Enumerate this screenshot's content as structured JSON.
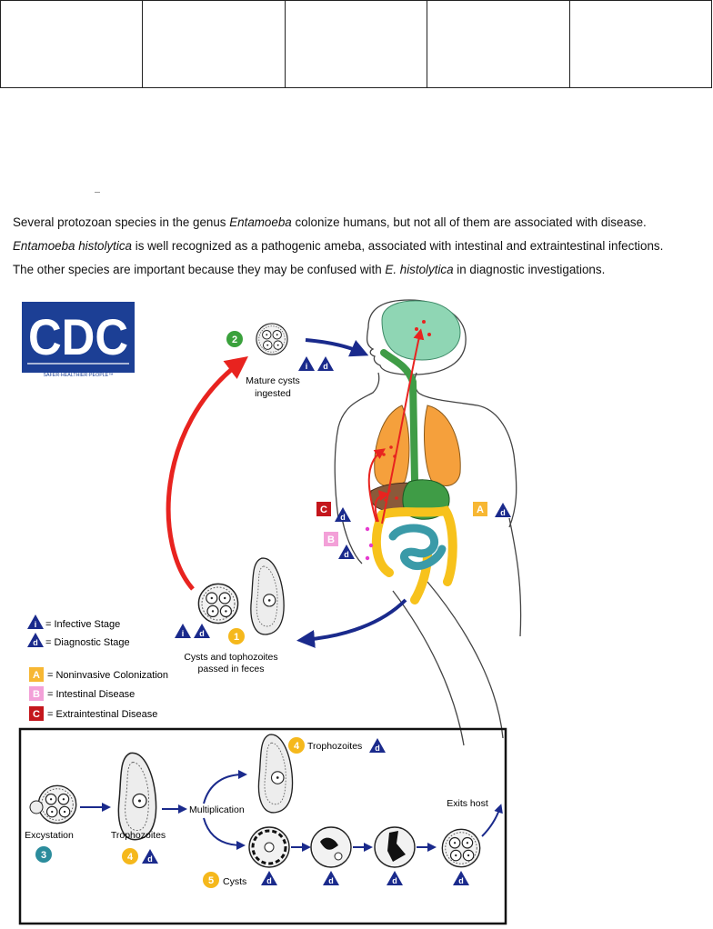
{
  "table": {
    "columns": 5
  },
  "intro": {
    "line1": {
      "pre": "Several protozoan species in the genus ",
      "em": "Entamoeba",
      "post": " colonize humans, but not all of them are associated with disease."
    },
    "line2": {
      "em": "Entamoeba histolytica",
      "post": " is well recognized as a pathogenic ameba, associated with intestinal and extraintestinal infections."
    },
    "line3": {
      "pre": "The other species are important because they may be confused with ",
      "em": "E. histolytica",
      "post": " in diagnostic investigations."
    }
  },
  "logo": {
    "text": "CDC",
    "tagline": "SAFER·HEALTHIER·PEOPLE™",
    "color": "#1c3f95"
  },
  "colors": {
    "arrow_red": "#e8231f",
    "arrow_blue": "#1a2a8c",
    "stage_green": "#3aa13c",
    "stage_yellow": "#f5b81c",
    "stage_teal": "#2b8c9c",
    "badge_A": "#f7b733",
    "badge_B": "#f3a0d8",
    "badge_C": "#c4161c",
    "lungs": "#f5a03c",
    "brain": "#8fd6b4",
    "liver": "#8a5a3a",
    "stomach": "#3f9c46",
    "small_intestine": "#3a9aa8",
    "colon": "#f7c21c"
  },
  "badge_letters": {
    "infective": "i",
    "diagnostic": "d"
  },
  "stages": {
    "s1": {
      "num": "1",
      "label_line1": "Cysts and tophozoites",
      "label_line2": "passed in feces"
    },
    "s2": {
      "num": "2",
      "label_line1": "Mature cysts",
      "label_line2": "ingested"
    },
    "s3": {
      "num": "3",
      "label": "Excystation"
    },
    "s4a": {
      "num": "4",
      "label": "Trophozoites"
    },
    "s4b": {
      "num": "4",
      "label": "Trophozoites"
    },
    "s5": {
      "num": "5",
      "label": "Cysts"
    }
  },
  "flow_labels": {
    "multiplication": "Multiplication",
    "exits_host": "Exits host"
  },
  "letters": {
    "A": "A",
    "B": "B",
    "C": "C"
  },
  "legend": {
    "infective": "= Infective Stage",
    "diagnostic": "= Diagnostic Stage",
    "A": "= Noninvasive Colonization",
    "B": "= Intestinal Disease",
    "C": "= Extraintestinal Disease"
  }
}
